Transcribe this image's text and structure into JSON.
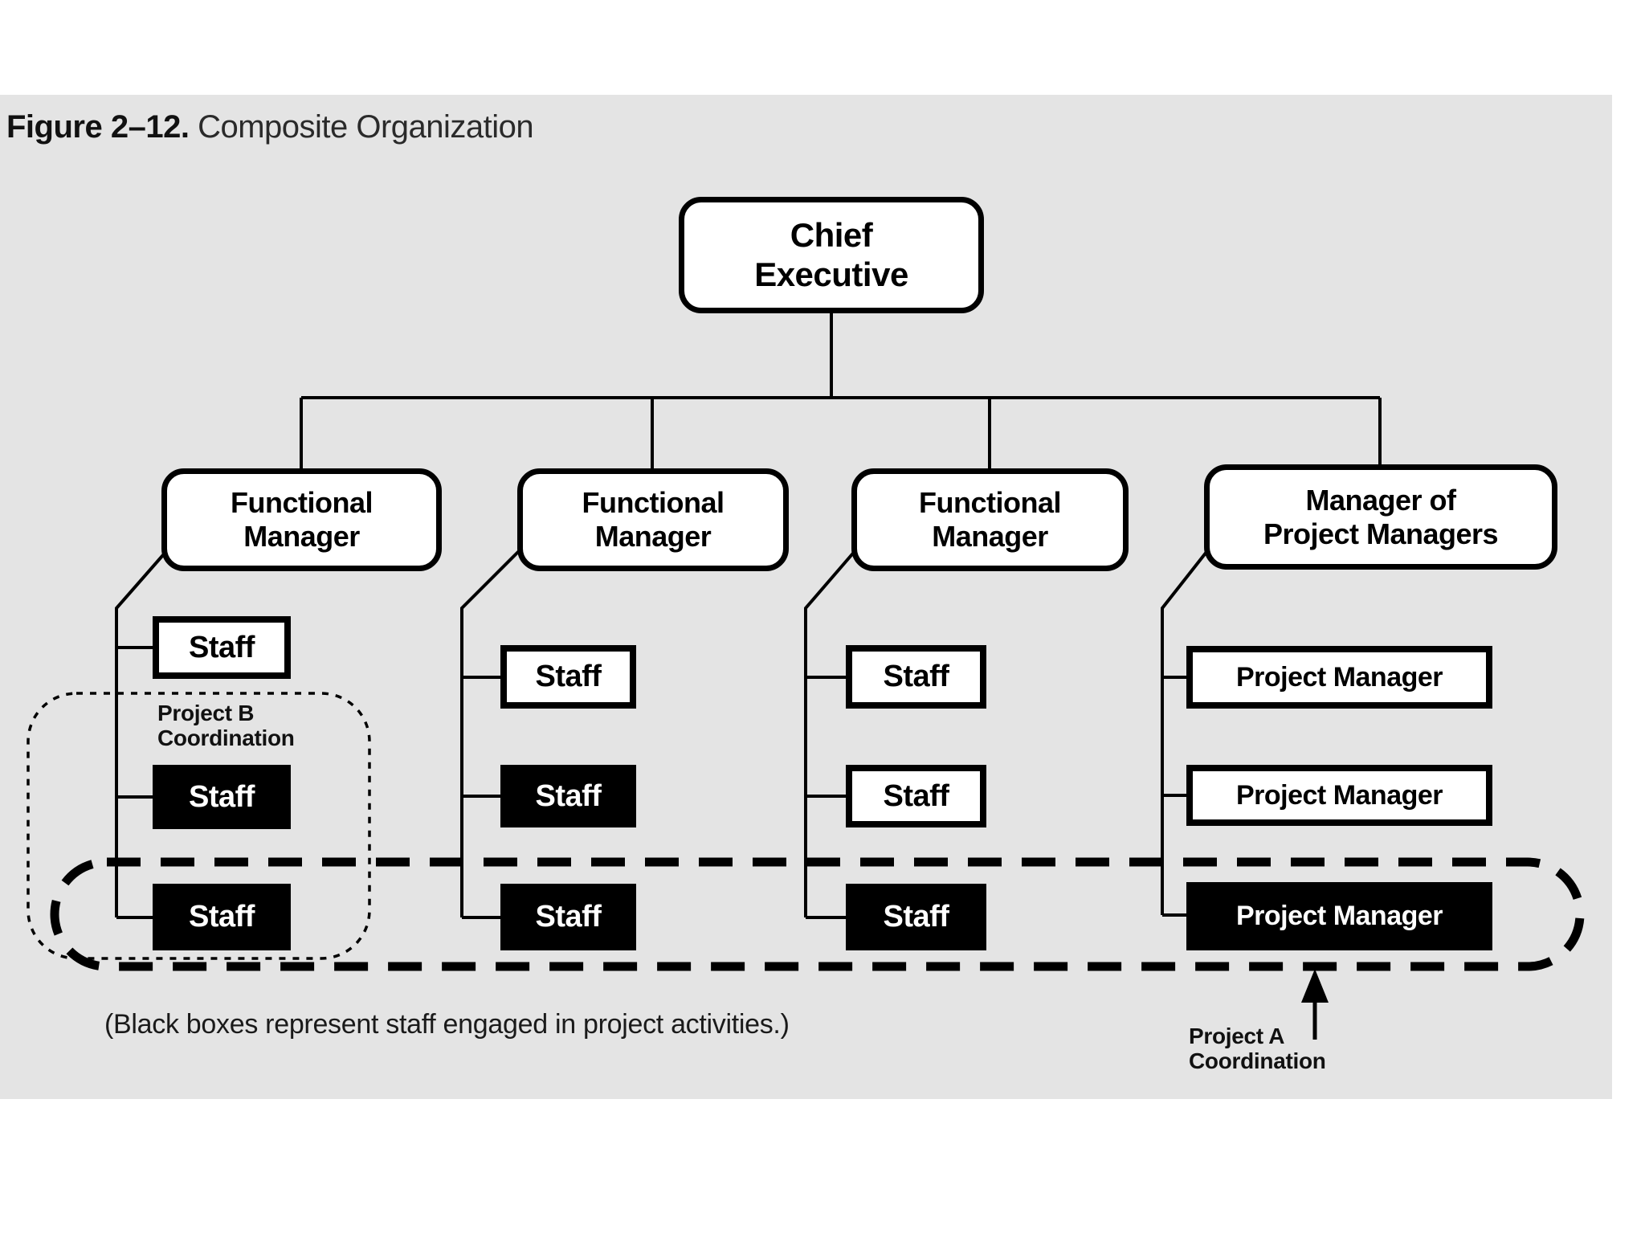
{
  "figure": {
    "label": "Figure 2–12.",
    "title": "Composite Organization"
  },
  "org": {
    "chief": "Chief Executive",
    "columns": [
      {
        "manager": "Functional Manager",
        "reports": [
          {
            "label": "Staff",
            "variant": "plain"
          },
          {
            "label": "Staff",
            "variant": "filled"
          },
          {
            "label": "Staff",
            "variant": "filled"
          }
        ]
      },
      {
        "manager": "Functional Manager",
        "reports": [
          {
            "label": "Staff",
            "variant": "plain"
          },
          {
            "label": "Staff",
            "variant": "filled"
          },
          {
            "label": "Staff",
            "variant": "filled"
          }
        ]
      },
      {
        "manager": "Functional Manager",
        "reports": [
          {
            "label": "Staff",
            "variant": "plain"
          },
          {
            "label": "Staff",
            "variant": "plain"
          },
          {
            "label": "Staff",
            "variant": "filled"
          }
        ]
      },
      {
        "manager": "Manager of Project Managers",
        "reports": [
          {
            "label": "Project Manager",
            "variant": "plain"
          },
          {
            "label": "Project Manager",
            "variant": "plain"
          },
          {
            "label": "Project Manager",
            "variant": "filled"
          }
        ]
      }
    ]
  },
  "annotations": {
    "project_b": "Project B Coordination",
    "project_a": "Project A Coordination",
    "legend_note": "(Black boxes represent staff engaged in project activities.)"
  },
  "colors": {
    "canvas": "#e4e4e4",
    "line": "#000000",
    "box_fill": "#ffffff",
    "engaged_fill": "#000000"
  }
}
